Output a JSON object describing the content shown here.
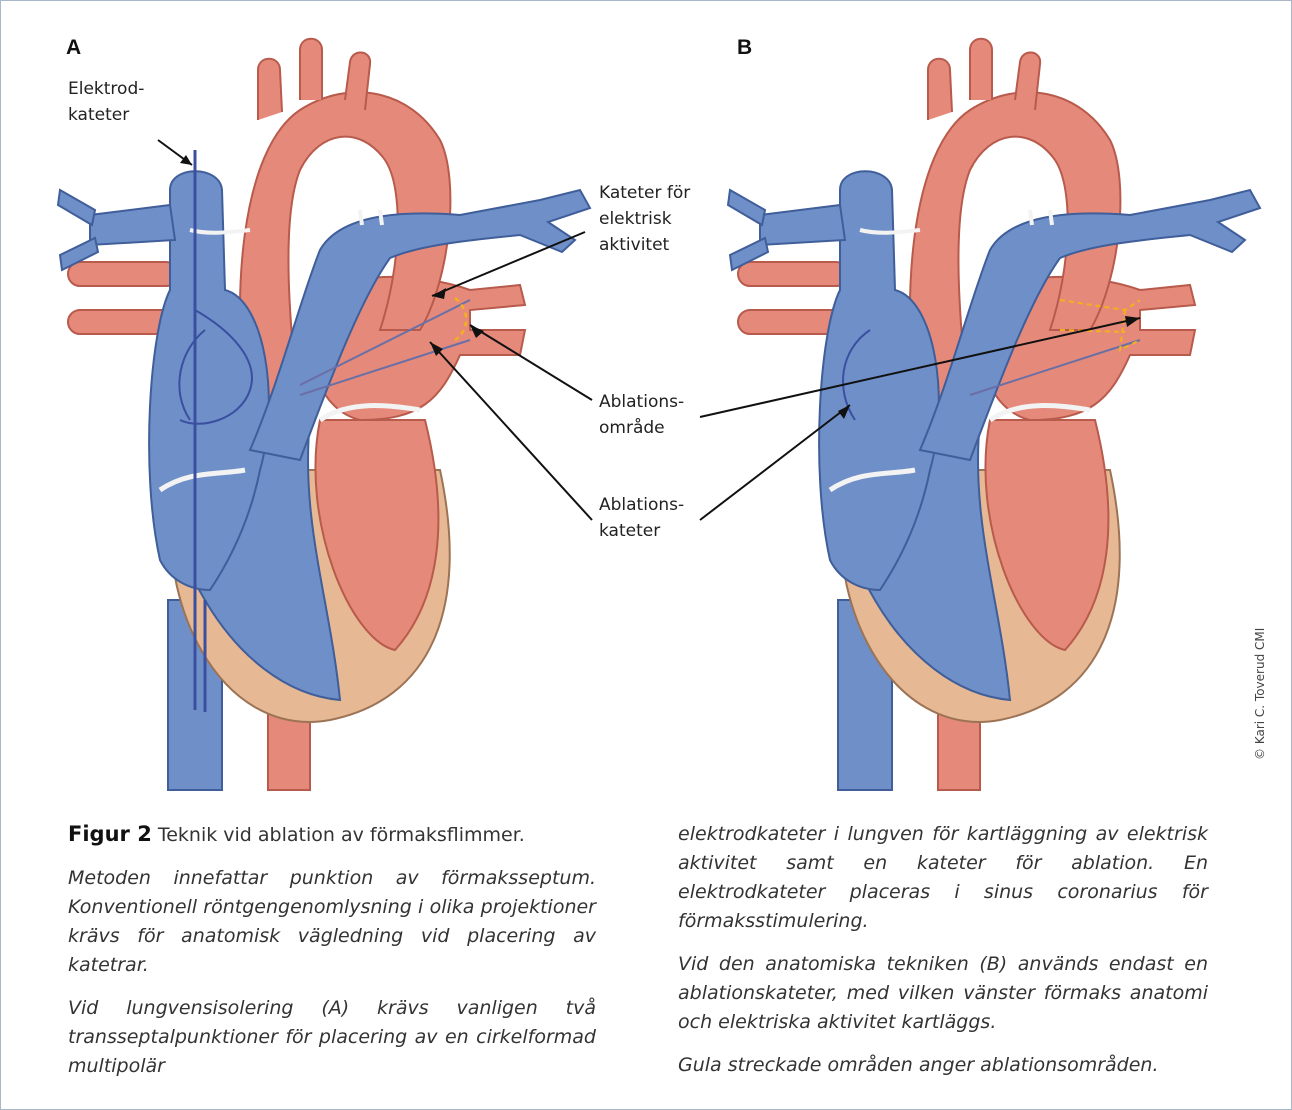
{
  "panels": {
    "a_letter": "A",
    "b_letter": "B"
  },
  "labels": {
    "electrode_catheter": [
      "Elektrod-",
      "kateter"
    ],
    "activity_catheter": [
      "Kateter för",
      "elektrisk",
      "aktivitet"
    ],
    "ablation_area": [
      "Ablations-",
      "område"
    ],
    "ablation_catheter": [
      "Ablations-",
      "kateter"
    ]
  },
  "copyright": "© Kari C. Toverud CMI",
  "caption": {
    "figure_label": "Figur 2",
    "title": " Teknik vid ablation av förmaksflimmer.",
    "para1": "Metoden innefattar punktion av förmaksseptum. Konventionell röntgengenomlysning i olika projektioner krävs för anatomisk vägledning vid placering av katetrar.",
    "para2": "Vid lungvensisolering (A) krävs vanligen två transseptalpunktioner för placering av en cirkelformad multipolär",
    "para3": "elektrodkateter i lungven för kartläggning av elektrisk aktivitet samt en kateter för ablation. En elektrodkateter placeras i sinus coronarius för förmaksstimulering.",
    "para4": "Vid den anatomiska tekniken (B) används endast en ablationskateter, med vilken vänster förmaks anatomi och elektriska aktivitet kartläggs.",
    "para5": "Gula streckade områden anger ablationsområden."
  },
  "colors": {
    "vein_blue": "#6f8fc8",
    "vein_outline": "#3f5e9a",
    "artery_red": "#e58a7a",
    "artery_outline": "#b85a4c",
    "tissue_tan": "#e7b894",
    "ablation_yellow": "#f2b21a",
    "catheter": "#3b4fa0"
  }
}
